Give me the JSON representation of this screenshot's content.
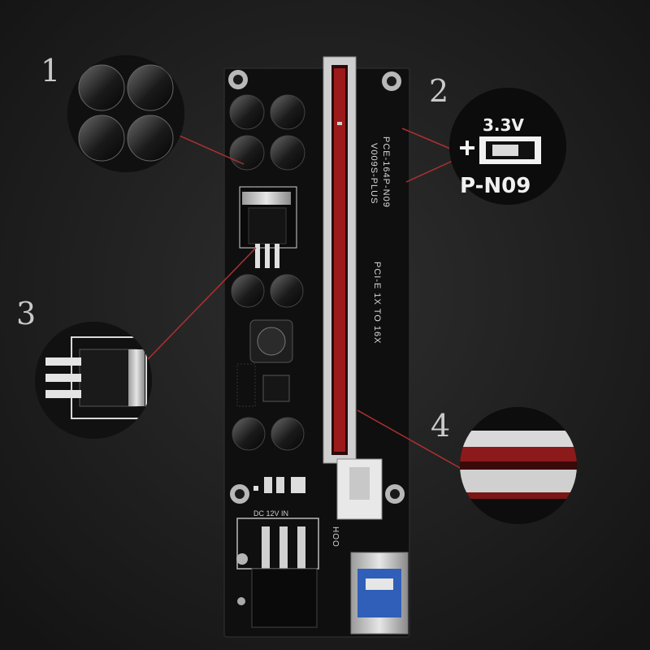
{
  "callouts": [
    {
      "number": "1"
    },
    {
      "number": "2"
    },
    {
      "number": "3"
    },
    {
      "number": "4"
    }
  ],
  "board": {
    "model_line1": "PCE-164P-N09",
    "model_line2": "V009S-PLUS",
    "slot_text": "PCI-E 1X TO 16X",
    "power_text": "DC 12V IN",
    "edge_text": "HOO"
  },
  "zoom2": {
    "voltage": "3.3V",
    "model_fragment": "P-N09"
  },
  "colors": {
    "background": "#1c1c1c",
    "board": "#0f0f10",
    "leader_line": "#b03030",
    "slot_red": "#9c1a1a",
    "usb_blue": "#2f5fb8"
  }
}
